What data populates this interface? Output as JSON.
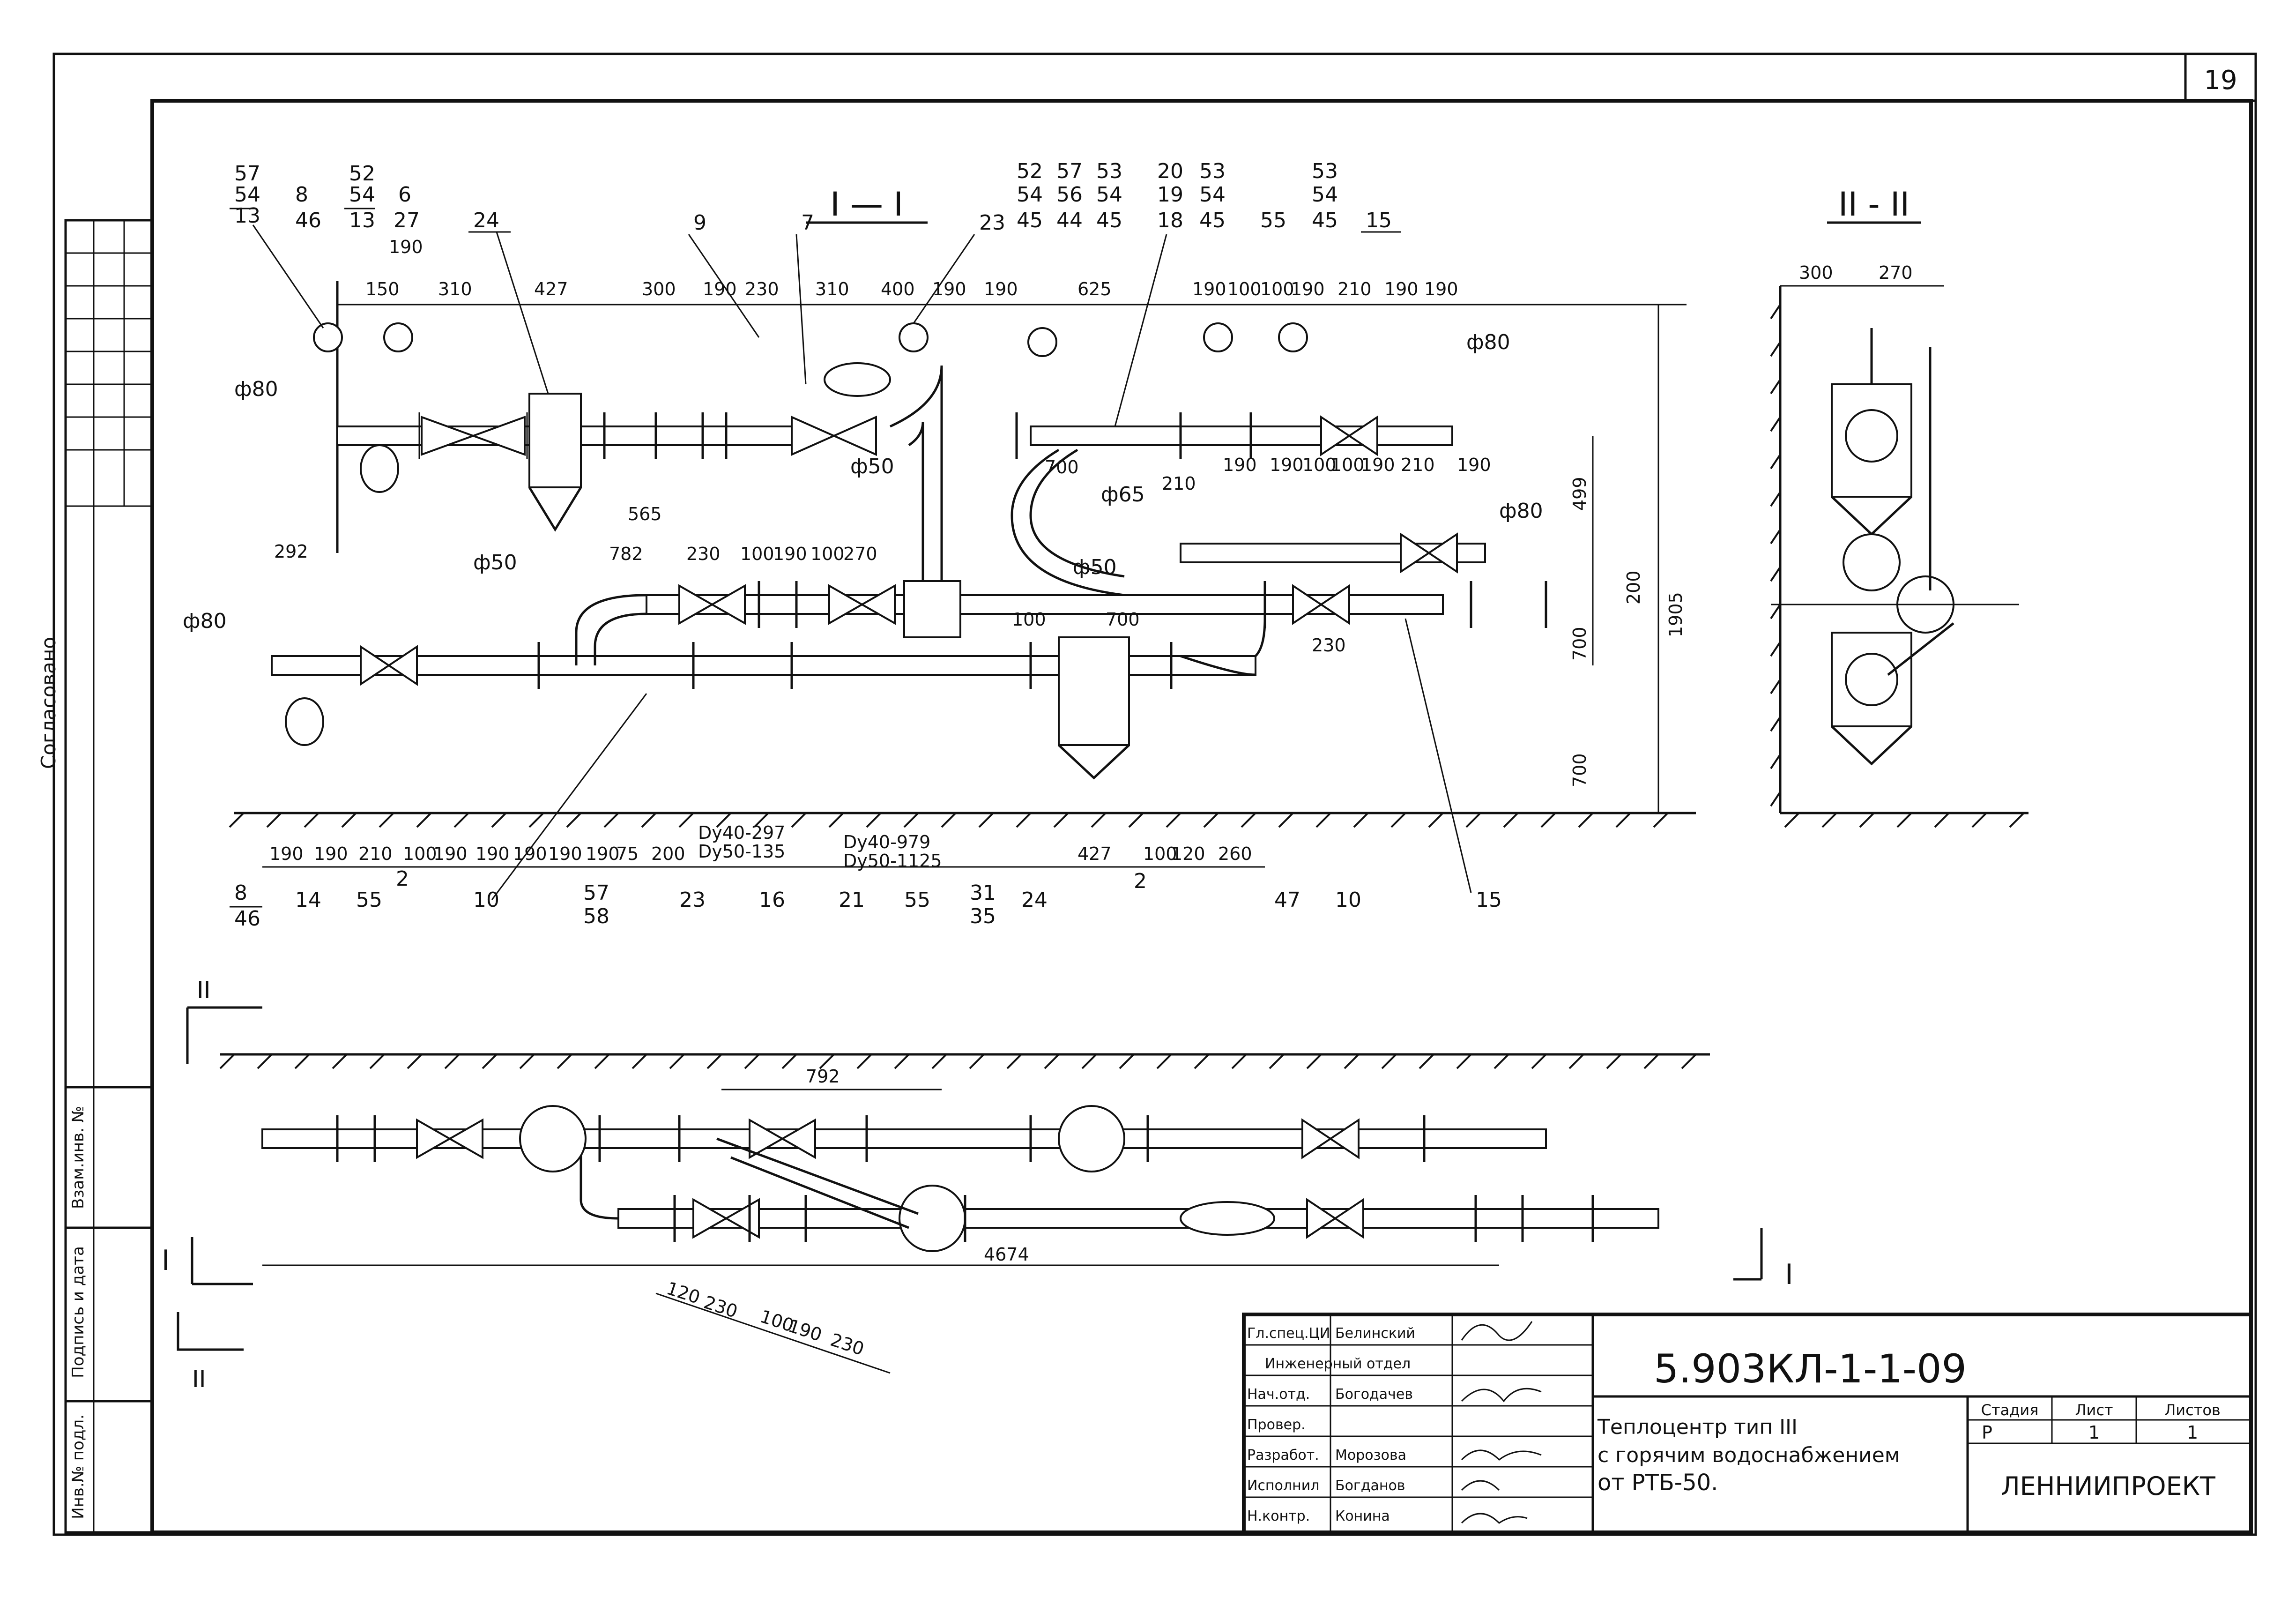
{
  "sheet_number": "19",
  "side_labels": {
    "approved": "Согласовано",
    "inv_no": "Взам.инв. №",
    "sign_date": "Подпись и дата",
    "inv_orig": "Инв.№ подл."
  },
  "section_1": {
    "title": "I — I",
    "top_dims": [
      "150",
      "190",
      "310",
      "427",
      "300",
      "190",
      "230",
      "310",
      "400",
      "190",
      "190",
      "625",
      "190",
      "100",
      "100",
      "190",
      "210",
      "190",
      "190"
    ],
    "bottom_dims": [
      "190",
      "190",
      "210",
      "100",
      "190",
      "190",
      "190",
      "190",
      "190",
      "75",
      "200",
      "427",
      "100",
      "120",
      "260"
    ],
    "mid_dims": [
      "292",
      "565",
      "782",
      "230",
      "100",
      "190",
      "100",
      "270",
      "700",
      "210",
      "190",
      "190",
      "100",
      "100",
      "190",
      "210",
      "190",
      "230",
      "100",
      "700"
    ],
    "vert_dims": [
      "499",
      "1905",
      "700",
      "200",
      "700"
    ],
    "diameters": [
      "ф80",
      "ф80",
      "ф50",
      "ф50",
      "ф80",
      "ф80",
      "ф65",
      "ф50"
    ],
    "dn_notes": [
      "Dу40-297",
      "Dу50-135",
      "Dу40-979",
      "Dу50-1125"
    ],
    "top_callouts": [
      {
        "a": "57",
        "b": "54",
        "c": "13"
      },
      {
        "a": "8",
        "b": "46"
      },
      {
        "a": "52",
        "b": "54",
        "c": "13"
      },
      {
        "a": "6",
        "b": "27"
      },
      {
        "a": "24"
      },
      {
        "a": "9"
      },
      {
        "a": "7"
      },
      {
        "a": "23"
      },
      {
        "a": "52",
        "b": "54",
        "c": "45"
      },
      {
        "a": "57",
        "b": "56",
        "c": "44"
      },
      {
        "a": "53",
        "b": "54",
        "c": "45"
      },
      {
        "a": "20",
        "b": "19",
        "c": "18"
      },
      {
        "a": "53",
        "b": "54",
        "c": "45"
      },
      {
        "a": "55"
      },
      {
        "a": "53",
        "b": "54",
        "c": "45"
      },
      {
        "a": "15"
      }
    ],
    "bottom_callouts": [
      {
        "a": "8",
        "b": "46"
      },
      {
        "a": "14"
      },
      {
        "a": "55"
      },
      {
        "a": "2"
      },
      {
        "a": "10"
      },
      {
        "a": "57",
        "b": "58"
      },
      {
        "a": "23"
      },
      {
        "a": "16"
      },
      {
        "a": "21"
      },
      {
        "a": "55"
      },
      {
        "a": "31",
        "b": "35"
      },
      {
        "a": "24"
      },
      {
        "a": "2"
      },
      {
        "a": "47"
      },
      {
        "a": "10"
      },
      {
        "a": "15"
      }
    ]
  },
  "section_2": {
    "title": "II - II",
    "dims": [
      "300",
      "270"
    ]
  },
  "plan_view": {
    "marker_left_top": "II",
    "marker_left_bottom": "II",
    "marker_I_left": "I",
    "marker_I_right": "I",
    "dims_top": [
      "792"
    ],
    "dims_bottom": [
      "4674"
    ],
    "dims_angled": [
      "120",
      "230",
      "100",
      "190",
      "230"
    ]
  },
  "title_block": {
    "drawing_code": "5.903КЛ-1-1-09",
    "description_line1": "Теплоцентр тип III",
    "description_line2": "с горячим водоснабжением",
    "description_line3": "от РТБ-50.",
    "org": "ЛЕННИИПРОЕКТ",
    "stage_label": "Стадия",
    "sheet_label": "Лист",
    "sheets_label": "Листов",
    "stage_value": "Р",
    "sheet_value": "1",
    "sheets_value": "1",
    "rows": [
      {
        "role": "Гл.спец.ЦИ",
        "name": "Белинский"
      },
      {
        "role": "Инженерный отдел",
        "name": ""
      },
      {
        "role": "Нач.отд.",
        "name": "Богодачев"
      },
      {
        "role": "Провер.",
        "name": ""
      },
      {
        "role": "Разработ.",
        "name": "Морозова"
      },
      {
        "role": "Исполнил",
        "name": "Богданов"
      },
      {
        "role": "Н.контр.",
        "name": "Конина"
      }
    ]
  }
}
